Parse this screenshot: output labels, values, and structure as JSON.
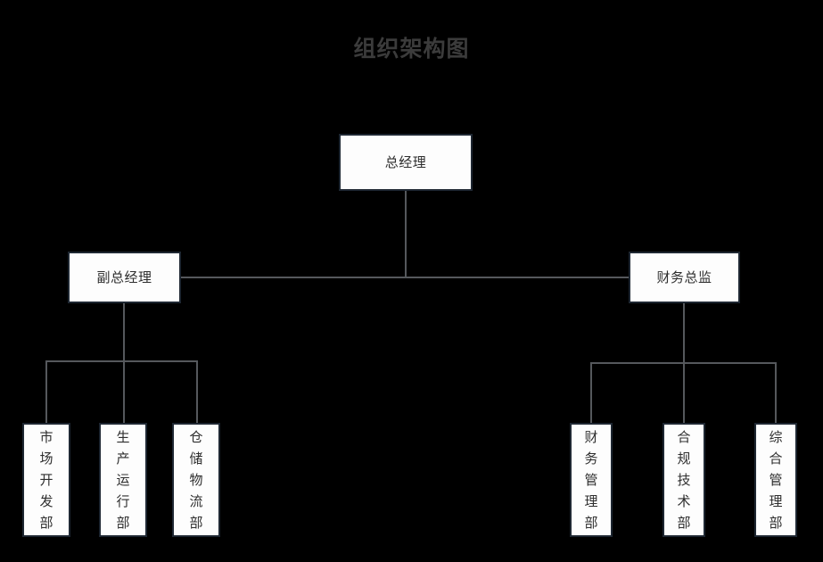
{
  "title": "组织架构图",
  "colors": {
    "background": "#000000",
    "title_text": "#3b3b3b",
    "node_fill": "#fdfdfd",
    "node_border": "#1e2732",
    "node_text": "#2e2e2e",
    "connector": "#55585c"
  },
  "nodes": {
    "root": {
      "label": "总经理"
    },
    "level2": [
      {
        "label": "副总经理"
      },
      {
        "label": "财务总监"
      }
    ],
    "leaves_left": [
      {
        "label": "市场开发部"
      },
      {
        "label": "生产运行部"
      },
      {
        "label": "仓储物流部"
      }
    ],
    "leaves_right": [
      {
        "label": "财务管理部"
      },
      {
        "label": "合规技术部"
      },
      {
        "label": "综合管理部"
      }
    ]
  },
  "chart_data": {
    "type": "diagram",
    "subtype": "org-chart",
    "title": "组织架构图",
    "orientation": "top-down",
    "levels": 3,
    "hierarchy": {
      "label": "总经理",
      "children": [
        {
          "label": "副总经理",
          "children": [
            {
              "label": "市场开发部",
              "children": []
            },
            {
              "label": "生产运行部",
              "children": []
            },
            {
              "label": "仓储物流部",
              "children": []
            }
          ]
        },
        {
          "label": "财务总监",
          "children": [
            {
              "label": "财务管理部",
              "children": []
            },
            {
              "label": "合规技术部",
              "children": []
            },
            {
              "label": "综合管理部",
              "children": []
            }
          ]
        }
      ]
    },
    "node_count": 9,
    "edge_count": 8,
    "edges": [
      {
        "from": "总经理",
        "to": "副总经理"
      },
      {
        "from": "总经理",
        "to": "财务总监"
      },
      {
        "from": "副总经理",
        "to": "市场开发部"
      },
      {
        "from": "副总经理",
        "to": "生产运行部"
      },
      {
        "from": "副总经理",
        "to": "仓储物流部"
      },
      {
        "from": "财务总监",
        "to": "财务管理部"
      },
      {
        "from": "财务总监",
        "to": "合规技术部"
      },
      {
        "from": "财务总监",
        "to": "综合管理部"
      }
    ]
  }
}
